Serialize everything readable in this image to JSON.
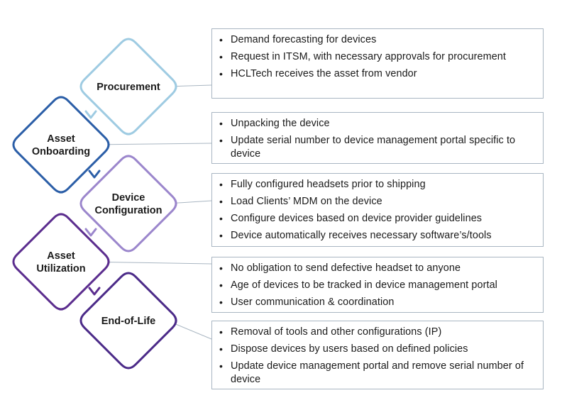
{
  "stages": [
    {
      "label_lines": [
        "Procurement"
      ],
      "color": "#9ecbe2",
      "bullets": [
        "Demand forecasting for devices",
        "Request in ITSM, with necessary approvals for procurement",
        "HCLTech receives the asset from vendor"
      ]
    },
    {
      "label_lines": [
        "Asset",
        "Onboarding"
      ],
      "color": "#2b5ea7",
      "bullets": [
        "Unpacking the device",
        "Update serial number to device management portal specific to device"
      ]
    },
    {
      "label_lines": [
        "Device",
        "Configuration"
      ],
      "color": "#9b86cc",
      "bullets": [
        "Fully configured headsets prior to shipping",
        "Load Clients’ MDM on the device",
        "Configure devices based on  device provider guidelines",
        "Device automatically receives necessary software’s/tools"
      ]
    },
    {
      "label_lines": [
        "Asset",
        "Utilization"
      ],
      "color": "#5b2d8e",
      "bullets": [
        "No obligation to send defective headset to anyone",
        "Age of devices to be tracked in device management portal",
        "User communication & coordination"
      ]
    },
    {
      "label_lines": [
        "End-of-Life"
      ],
      "color": "#4b2a88",
      "bullets": [
        "Removal of tools and other configurations (IP)",
        "Dispose devices by users based on defined policies",
        "Update device management portal and remove serial number of device"
      ]
    }
  ]
}
